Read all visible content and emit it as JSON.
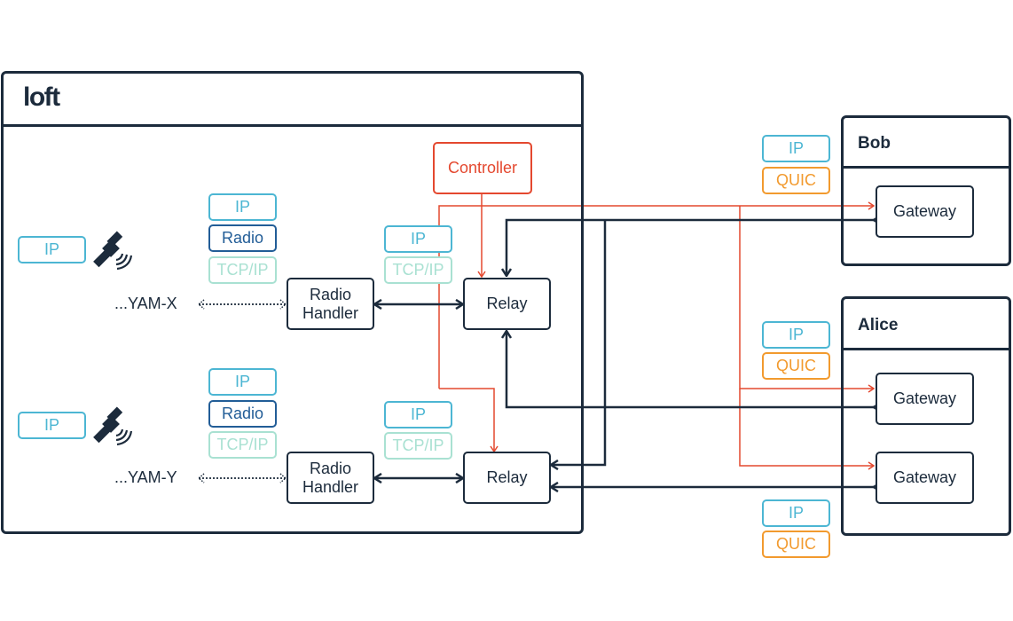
{
  "loft": {
    "logo": "loft",
    "controller": "Controller",
    "channels": [
      {
        "yam_label": "...YAM-X",
        "sat_tag": "IP",
        "stack": [
          "IP",
          "Radio",
          "TCP/IP"
        ],
        "radio_handler": "Radio\nHandler",
        "relay_stack": [
          "IP",
          "TCP/IP"
        ],
        "relay": "Relay"
      },
      {
        "yam_label": "...YAM-Y",
        "sat_tag": "IP",
        "stack": [
          "IP",
          "Radio",
          "TCP/IP"
        ],
        "radio_handler": "Radio\nHandler",
        "relay_stack": [
          "IP",
          "TCP/IP"
        ],
        "relay": "Relay"
      }
    ]
  },
  "bob": {
    "title": "Bob",
    "stack": [
      "IP",
      "QUIC"
    ],
    "gateways": [
      "Gateway"
    ]
  },
  "alice": {
    "title": "Alice",
    "stack_top": [
      "IP",
      "QUIC"
    ],
    "stack_bottom": [
      "IP",
      "QUIC"
    ],
    "gateways": [
      "Gateway",
      "Gateway"
    ]
  },
  "colors": {
    "line": "#1c2b3c",
    "control": "#e4482f",
    "ip": "#4cb6d3",
    "radio": "#225d97",
    "tcp": "#a9e1d2",
    "quic": "#f29a2e"
  }
}
